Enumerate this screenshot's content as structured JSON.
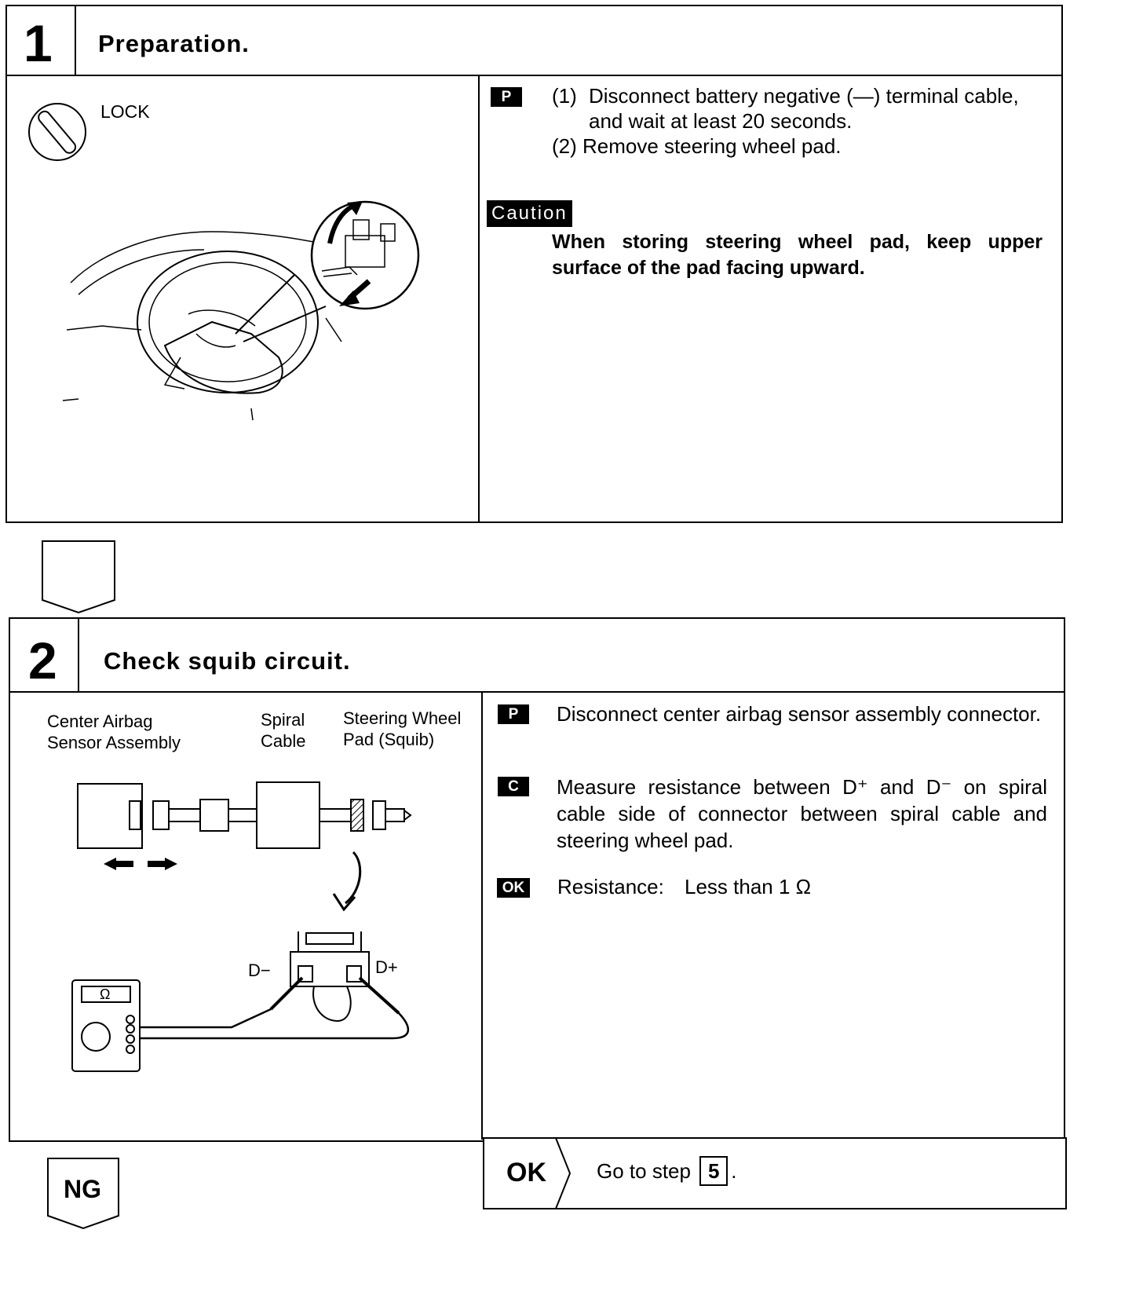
{
  "step1": {
    "number": "1",
    "title": "Preparation.",
    "lock_label": "LOCK",
    "p_badge": "P",
    "instr1_num": "(1)",
    "instr1_line1": "Disconnect battery negative (—) terminal cable,",
    "instr1_line2": "and wait at least 20 seconds.",
    "instr2": "(2)  Remove steering wheel pad.",
    "caution_badge": "Caution",
    "caution_text": "When storing steering wheel pad, keep upper surface of the pad facing upward."
  },
  "step2": {
    "number": "2",
    "title": "Check squib circuit.",
    "diagram": {
      "label_sensor_1": "Center Airbag",
      "label_sensor_2": "Sensor Assembly",
      "label_spiral_1": "Spiral",
      "label_spiral_2": "Cable",
      "label_pad_1": "Steering Wheel",
      "label_pad_2": "Pad (Squib)",
      "d_minus": "D−",
      "d_plus": "D+",
      "ohm_symbol": "Ω"
    },
    "p_badge": "P",
    "p_text": "Disconnect center airbag sensor assembly connector.",
    "c_badge": "C",
    "c_text": "Measure resistance between D⁺ and D⁻ on spiral cable side of connector between spiral cable and steering wheel pad.",
    "ok_badge": "OK",
    "ok_text_label": "Resistance:",
    "ok_text_value": "Less than 1 Ω"
  },
  "results": {
    "ng_label": "NG",
    "ok_label": "OK",
    "goto_prefix": "Go to step",
    "goto_step": "5",
    "goto_suffix": "."
  }
}
